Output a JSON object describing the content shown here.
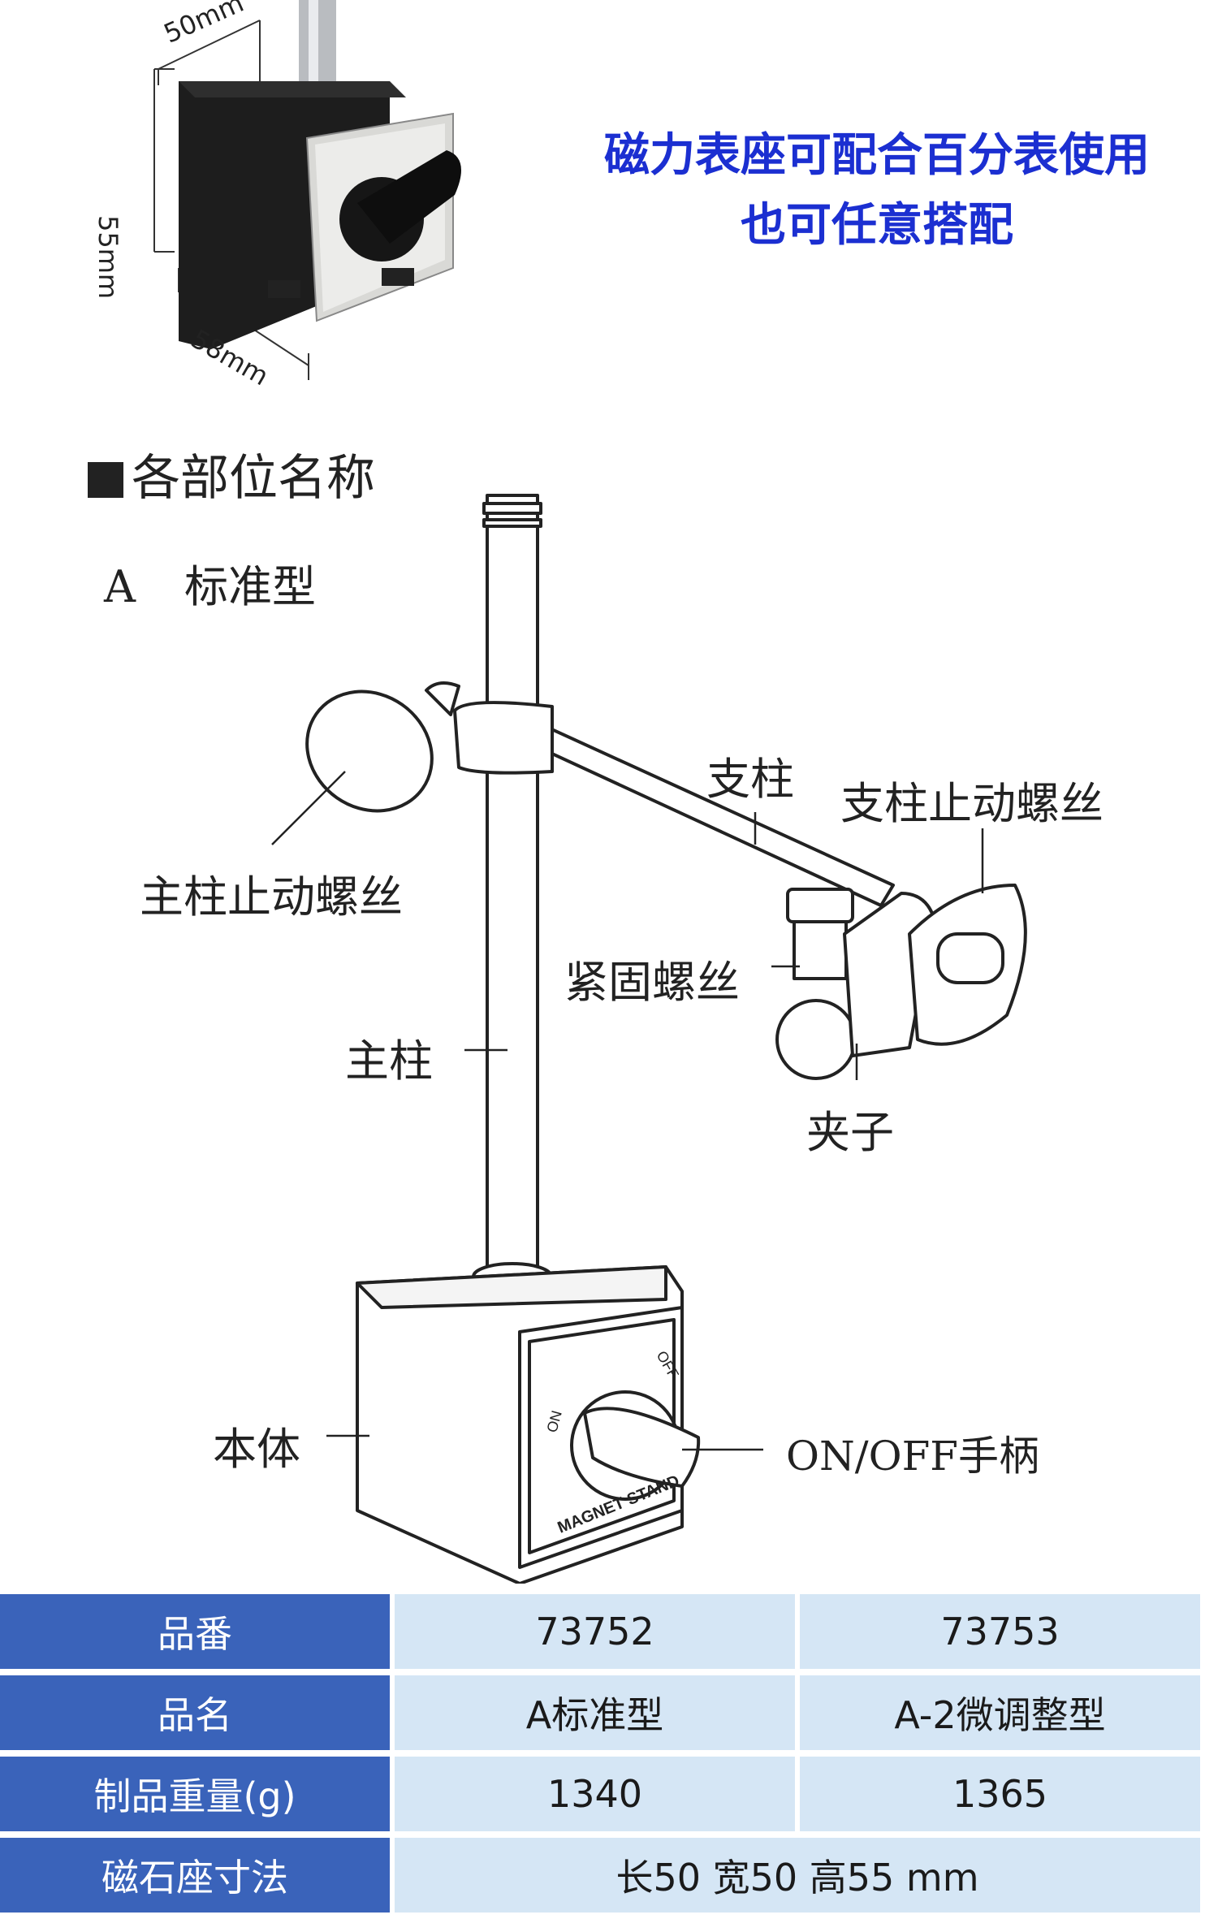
{
  "dimensions": {
    "top": "50mm",
    "height": "55mm",
    "depth": "58mm"
  },
  "promo": {
    "line1": "磁力表座可配合百分表使用",
    "line2": "也可任意搭配"
  },
  "section": {
    "title": "各部位名称",
    "type_letter": "A",
    "type_name": "标准型"
  },
  "callouts": {
    "pillar_stop_screw": "主柱止动螺丝",
    "arm": "支柱",
    "arm_stop_screw": "支柱止动螺丝",
    "clamp_screw": "紧固螺丝",
    "main_pillar": "主柱",
    "clip": "夹子",
    "body": "本体",
    "switch_handle": "ON/OFF手柄"
  },
  "base_marks": {
    "brand_text": "MAGNET STAND",
    "on": "ON",
    "off": "OFF"
  },
  "colors": {
    "promo_text": "#1b2fd1",
    "table_header": "#3a63ba",
    "table_cell": "#d5e6f5"
  },
  "spec_table": {
    "rows": [
      {
        "label": "品番",
        "a": "73752",
        "b": "73753"
      },
      {
        "label": "品名",
        "a": "A标准型",
        "b": "A-2微调整型"
      },
      {
        "label": "制品重量(g)",
        "a": "1340",
        "b": "1365"
      },
      {
        "label": "磁石座寸法",
        "a": "长50 宽50 高55 mm",
        "b": ""
      }
    ]
  }
}
